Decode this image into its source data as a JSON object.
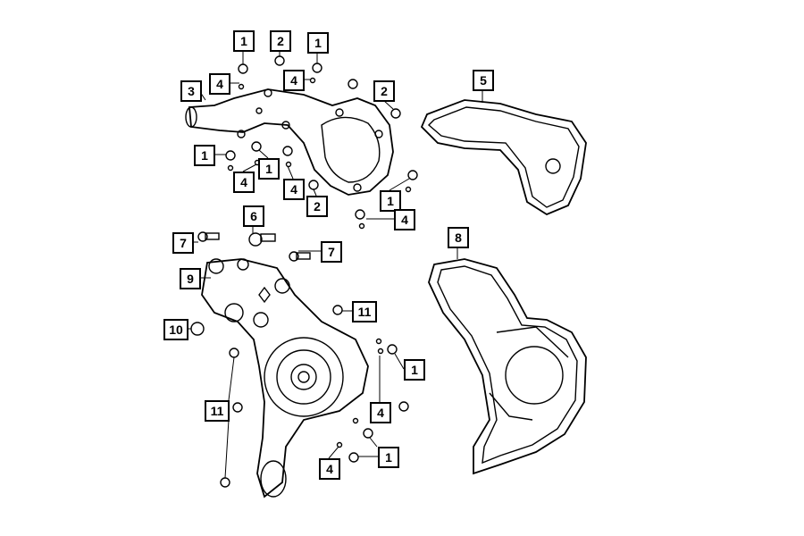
{
  "diagram": {
    "callouts": [
      "1",
      "2",
      "1",
      "4",
      "4",
      "3",
      "2",
      "5",
      "1",
      "1",
      "4",
      "4",
      "2",
      "1",
      "4",
      "6",
      "7",
      "7",
      "8",
      "9",
      "11",
      "10",
      "1",
      "11",
      "4",
      "1",
      "4"
    ],
    "line_color": "#000000",
    "background": "#ffffff"
  }
}
